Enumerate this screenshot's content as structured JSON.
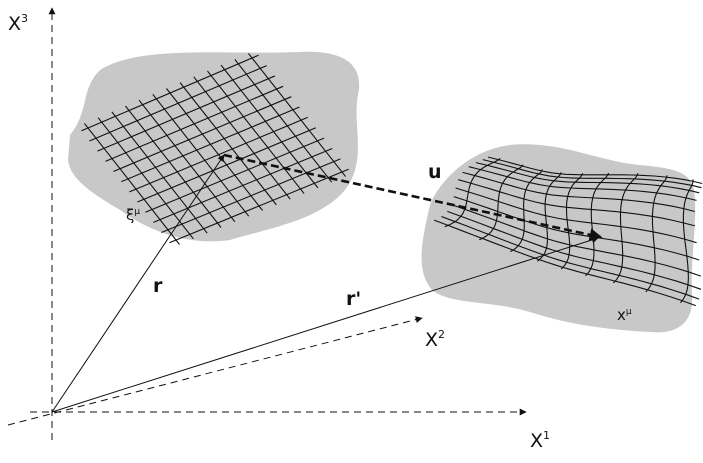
{
  "axes": {
    "x1": {
      "base": "X",
      "sup": "1"
    },
    "x2": {
      "base": "X",
      "sup": "2"
    },
    "x3": {
      "base": "X",
      "sup": "3"
    }
  },
  "vectors": {
    "r": "r",
    "r_prime": "r'",
    "u": "u"
  },
  "coordinates": {
    "undeformed": {
      "base": "ξ",
      "sup": "μ"
    },
    "deformed": {
      "base": "x",
      "sup": "μ"
    }
  },
  "colors": {
    "patch_fill": "#c8c8c8",
    "line": "#111111"
  }
}
